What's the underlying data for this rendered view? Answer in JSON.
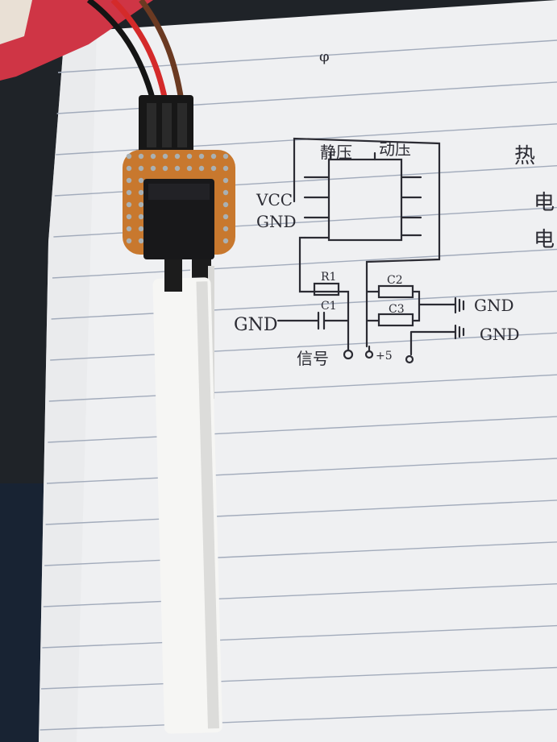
{
  "photo": {
    "kind": "photograph of a pressure sensor module beside a hand-drawn circuit sketch"
  },
  "sketch": {
    "top_mark": "φ",
    "chip_label_left": "静压",
    "chip_label_right": "动压",
    "vcc_label": "VCC",
    "gnd_label_chip": "GND",
    "r1_label": "R1",
    "c1_label": "C1",
    "c2_label": "C2",
    "c3_label": "C3",
    "gnd_label_left": "GND",
    "gnd_label_c2": "GND",
    "gnd_label_c3": "GND",
    "signal_label": "信号",
    "plus5_label": "+5",
    "right_margin_text": [
      "热",
      "电",
      "电"
    ]
  },
  "colors": {
    "paper": "#f1f2f4",
    "rule_line": "#9aa4b6",
    "ink": "#2b2b33",
    "pcb": "#c8782e",
    "chip": "#1a1a1c",
    "tube": "#f4f4f2",
    "wire_red": "#d42a2a",
    "wire_brown": "#6b3a22",
    "wire_black": "#141414",
    "sleeve": "#d33a48"
  }
}
